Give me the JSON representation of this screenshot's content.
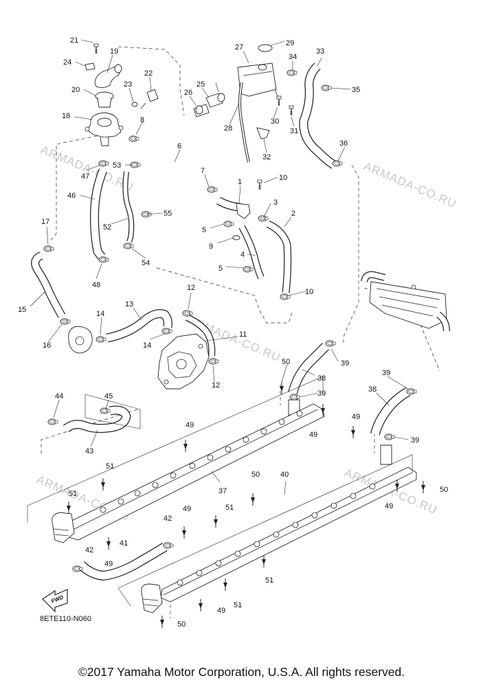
{
  "watermark": "ARMADA-CO.RU",
  "diagram_code": "8ETE110-N060",
  "fwd_label": "FWD",
  "copyright": "©2017 Yamaha Motor Corporation, U.S.A. All rights reserved.",
  "callouts": [
    "21",
    "19",
    "24",
    "22",
    "20",
    "23",
    "18",
    "8",
    "6",
    "53",
    "47",
    "46",
    "17",
    "15",
    "16",
    "14",
    "13",
    "55",
    "52",
    "54",
    "48",
    "7",
    "1",
    "10",
    "3",
    "5",
    "9",
    "4",
    "2",
    "27",
    "29",
    "34",
    "33",
    "35",
    "25",
    "26",
    "28",
    "30",
    "31",
    "32",
    "36",
    "12",
    "11",
    "39",
    "38",
    "50",
    "45",
    "44",
    "43",
    "49",
    "51",
    "37",
    "40",
    "42",
    "41"
  ]
}
